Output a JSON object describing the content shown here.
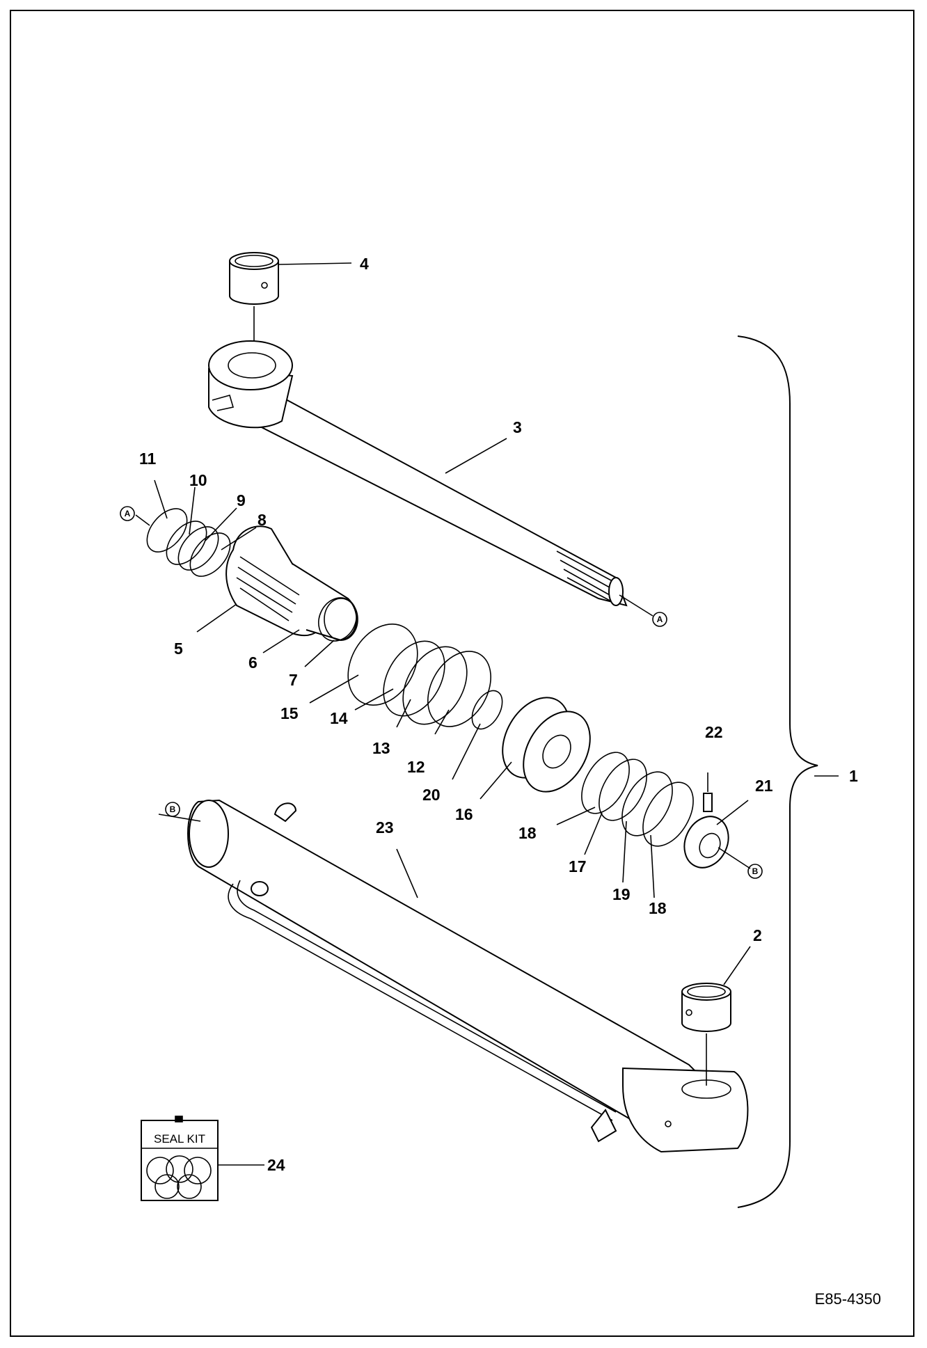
{
  "diagram": {
    "drawing_code": "E85-4350",
    "seal_kit_label": "SEAL KIT",
    "ref_a": "A",
    "ref_b": "B",
    "callouts": {
      "c1": "1",
      "c2": "2",
      "c3": "3",
      "c4": "4",
      "c5": "5",
      "c6": "6",
      "c7": "7",
      "c8": "8",
      "c9": "9",
      "c10": "10",
      "c11": "11",
      "c12": "12",
      "c13": "13",
      "c14": "14",
      "c15": "15",
      "c16": "16",
      "c17": "17",
      "c18a": "18",
      "c18b": "18",
      "c19": "19",
      "c20": "20",
      "c21": "21",
      "c22": "22",
      "c23": "23",
      "c24": "24"
    }
  }
}
